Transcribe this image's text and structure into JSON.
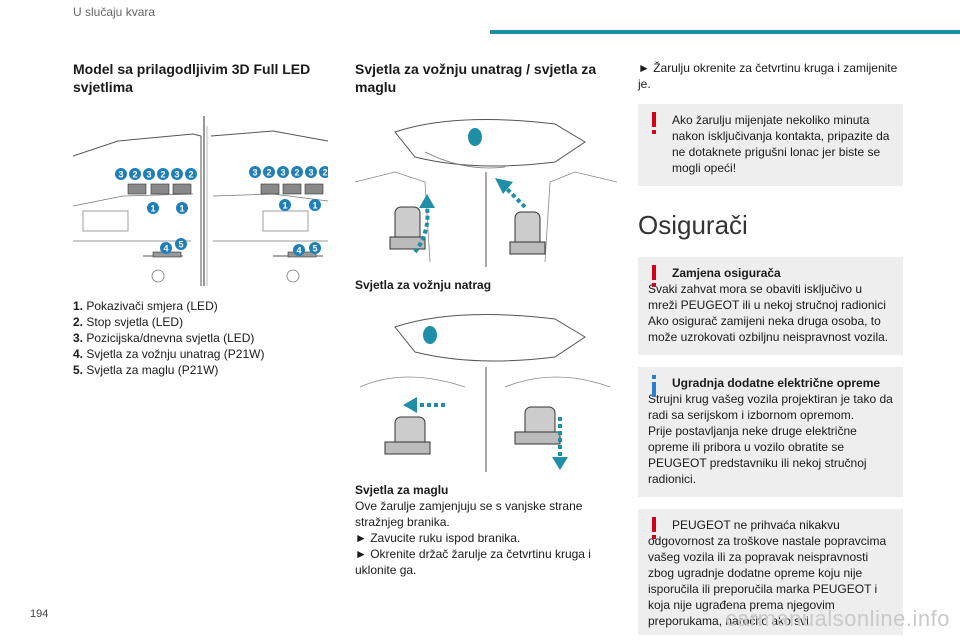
{
  "header": {
    "title": "U slučaju kvara",
    "accent_color": "#1e8fa6"
  },
  "page_number": "194",
  "watermark": "carmanualsonline.info",
  "col1": {
    "heading": "Model sa prilagodljivim 3D Full LED svjetlima",
    "callouts": [
      "3",
      "2",
      "3",
      "2",
      "3",
      "2",
      "1",
      "1",
      "4",
      "5"
    ],
    "legend": [
      {
        "num": "1.",
        "text": "Pokazivači smjera (LED)"
      },
      {
        "num": "2.",
        "text": "Stop svjetla (LED)"
      },
      {
        "num": "3.",
        "text": "Pozicijska/dnevna svjetla (LED)"
      },
      {
        "num": "4.",
        "text": "Svjetla za vožnju unatrag (P21W)"
      },
      {
        "num": "5.",
        "text": "Svjetla za maglu (P21W)"
      }
    ]
  },
  "col2": {
    "heading": "Svjetla za vožnju unatrag / svjetla za maglu",
    "caption1": "Svjetla za vožnju natrag",
    "caption2": "Svjetla za maglu",
    "para": "Ove žarulje zamjenjuju se s vanjske strane stražnjeg branika.",
    "step1": "► Zavucite ruku ispod branika.",
    "step2": "► Okrenite držač žarulje za četvrtinu kruga i uklonite ga."
  },
  "col3": {
    "step": "► Žarulju okrenite za četvrtinu kruga i zamijenite je.",
    "warning1": "Ako žarulju mijenjate nekoliko minuta nakon isključivanja kontakta, pripazite da ne dotaknete prigušni lonac jer biste se mogli opeći!",
    "section_title": "Osigurači",
    "fuse_box": {
      "title": "Zamjena osigurača",
      "text": "Svaki zahvat mora se obaviti isključivo u mreži PEUGEOT ili u nekoj stručnoj radionici Ako osigurač zamijeni neka druga osoba, to može uzrokovati ozbiljnu neispravnost vozila."
    },
    "info_box": {
      "title": "Ugradnja dodatne električne opreme",
      "text": "Strujni krug vašeg vozila projektiran je tako da radi sa serijskom i izbornom opremom.",
      "text2": "Prije postavljanja neke druge električne opreme ili pribora u vozilo obratite se PEUGEOT predstavniku ili nekoj stručnoj radionici."
    },
    "warning2": "PEUGEOT ne prihvaća nikakvu odgovornost za troškove nastale popravcima vašeg vozila ili za popravak neispravnosti zbog ugradnje dodatne opreme koju nije isporučila ili preporučila marka PEUGEOT i koja nije ugrađena prema njegovim preporukama, naročito ako svi"
  },
  "colors": {
    "warning_red": "#d0021b",
    "info_blue": "#2a7fd4",
    "arrow_blue": "#1e8fa6",
    "callout_blue": "#1f7fb8"
  }
}
